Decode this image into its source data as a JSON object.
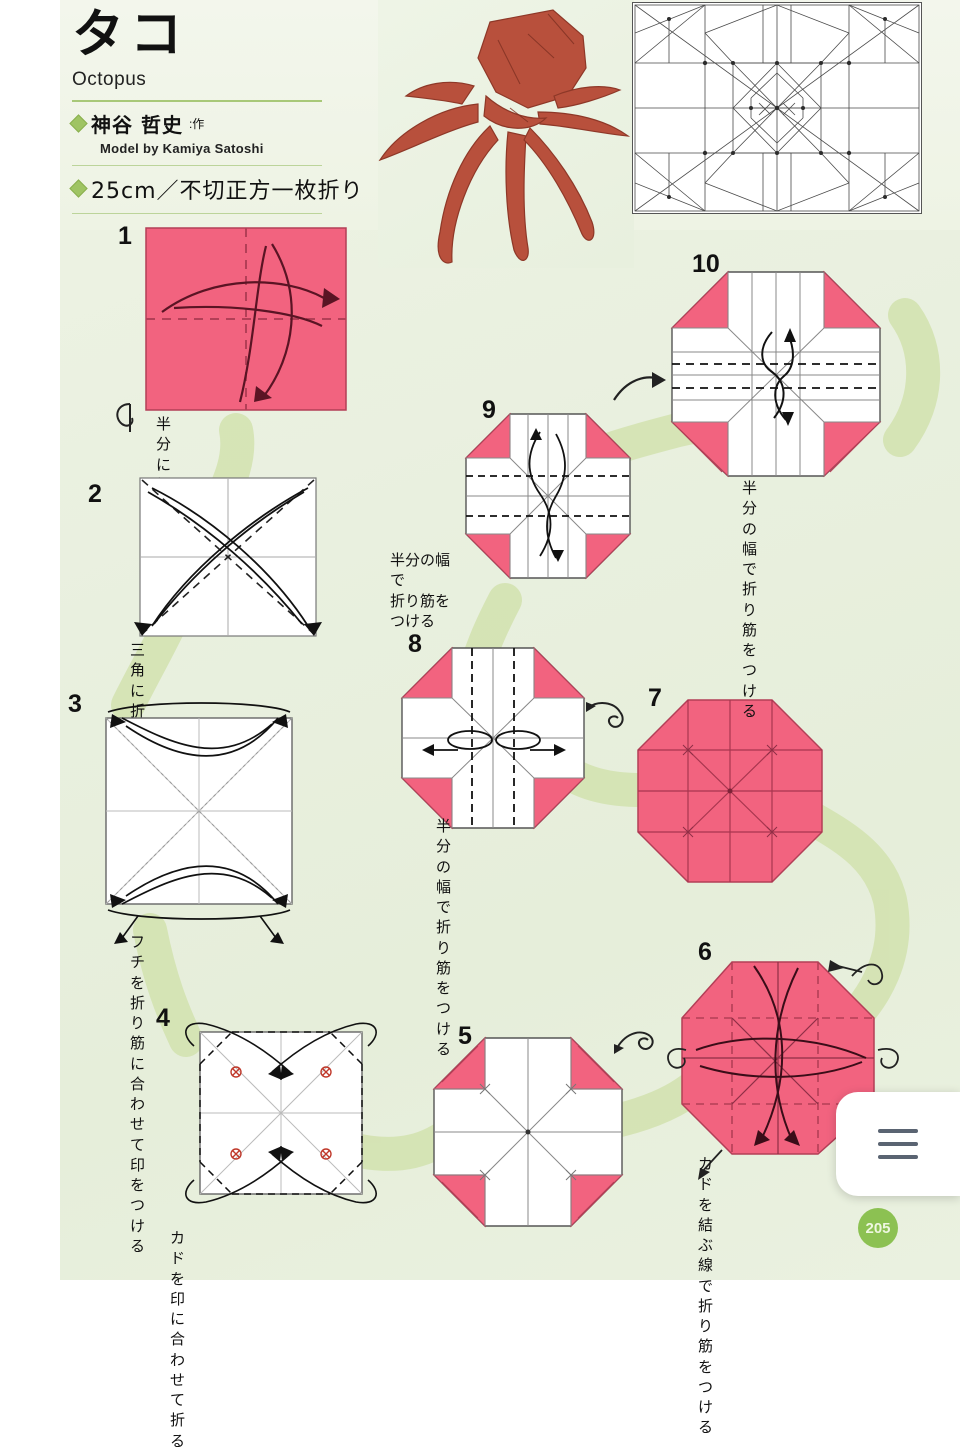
{
  "page": {
    "title_jp": "タコ",
    "title_en": "Octopus",
    "author_jp": "神谷 哲史",
    "author_suffix": ":作",
    "author_en": "Model by Kamiya Satoshi",
    "spec_jp": "25cm／不切正方一枚折り",
    "page_number": "205",
    "background_color": "#e9f0df",
    "accent_color": "#9fc463",
    "paper_front_color": "#f2637f",
    "paper_back_color": "#ffffff",
    "photo_color": "#b44b3a"
  },
  "menu": {
    "name": "hamburger-menu",
    "lines": 3
  },
  "steps": [
    {
      "number": "1",
      "caption": "半分に折り筋をつける",
      "shape": "square-pink"
    },
    {
      "number": "2",
      "caption": "三角に折り筋をつける",
      "shape": "square-white"
    },
    {
      "number": "3",
      "caption": "フチを折り筋に\n合わせて印をつける",
      "shape": "square-white"
    },
    {
      "number": "4",
      "caption": "カドを印に合わせて折る",
      "shape": "square-white"
    },
    {
      "number": "5",
      "caption": "",
      "shape": "octagon-cross"
    },
    {
      "number": "6",
      "caption": "カドを結ぶ線で\n折り筋をつける",
      "shape": "octagon-pink"
    },
    {
      "number": "7",
      "caption": "",
      "shape": "octagon-pink-solid"
    },
    {
      "number": "8",
      "caption": "半分の幅で\n折り筋をつける",
      "shape": "octagon-cross"
    },
    {
      "number": "9",
      "caption": "半分の幅で\n折り筋をつける",
      "shape": "octagon-cross"
    },
    {
      "number": "10",
      "caption": "半分の幅で\n折り筋をつける",
      "shape": "octagon-cross"
    }
  ]
}
